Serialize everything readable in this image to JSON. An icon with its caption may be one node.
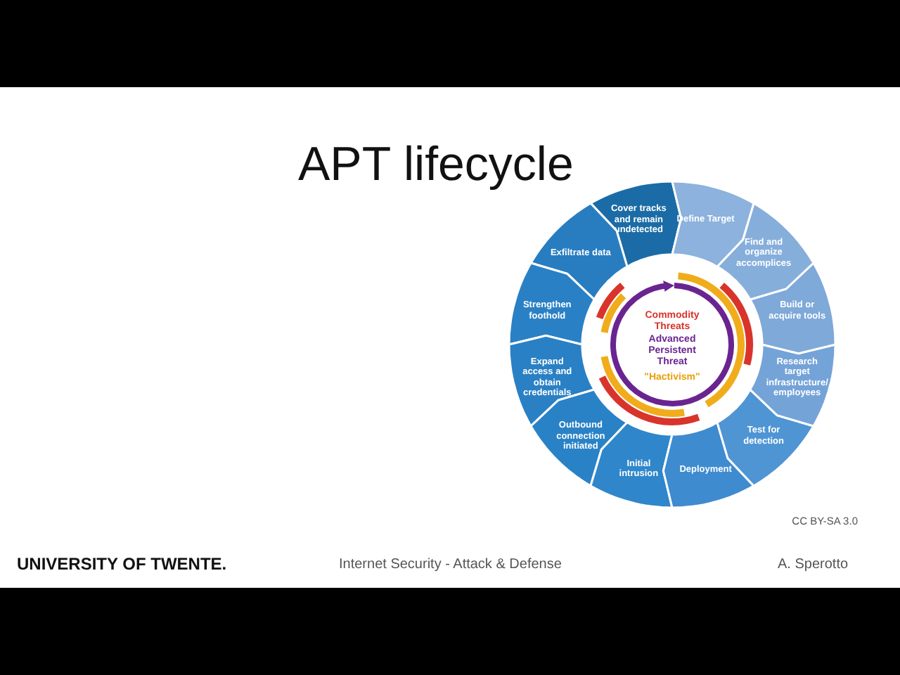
{
  "diagram": {
    "title": "APT lifecycle",
    "caption": "CC BY-SA 3.0",
    "nodes": [
      {
        "text": [
          "Define Target"
        ]
      },
      {
        "text": [
          "Find and organize accomplices"
        ]
      },
      {
        "text": [
          "Build or acquire tools"
        ]
      },
      {
        "text": [
          "Research target infrastructure/ employees"
        ]
      },
      {
        "text": [
          "Test for detection"
        ]
      },
      {
        "text": [
          "Deployment"
        ]
      },
      {
        "text": [
          "Initial intrusion"
        ]
      },
      {
        "text": [
          "Outbound connection initiated"
        ]
      },
      {
        "text": [
          "Expand access and obtain credentials"
        ]
      },
      {
        "text": [
          "Strengthen foothold"
        ]
      },
      {
        "text": [
          "Exfiltrate data"
        ]
      },
      {
        "text": [
          "Cover tracks and remain undetected"
        ]
      },
      {
        "text": [
          "Commodity Threats",
          "Advanced Persistent Threat",
          "\"Hactivism\""
        ]
      }
    ],
    "labels": [
      "UNIVERSITY OF TWENTE.",
      "Internet Security - Attack & Defense",
      "A. Sperotto"
    ]
  }
}
